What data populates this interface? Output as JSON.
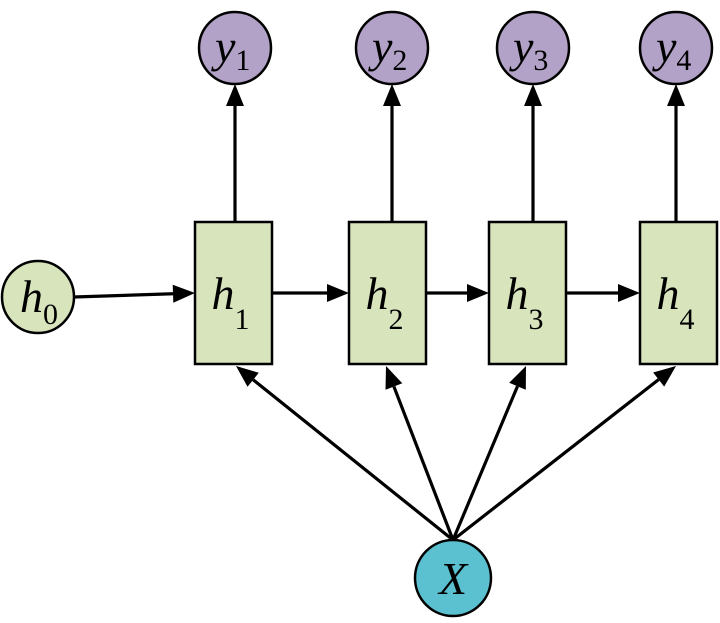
{
  "colors": {
    "hidden_fill": "#d8e4bc",
    "hidden_stroke": "#000000",
    "output_fill": "#b3a2c7",
    "input_fill": "#5bc0d0",
    "edge": "#000000"
  },
  "initial_state": {
    "base": "h",
    "sub": "0"
  },
  "hidden": [
    {
      "base": "h",
      "sub": "1"
    },
    {
      "base": "h",
      "sub": "2"
    },
    {
      "base": "h",
      "sub": "3"
    },
    {
      "base": "h",
      "sub": "4"
    }
  ],
  "outputs": [
    {
      "base": "y",
      "sub": "1"
    },
    {
      "base": "y",
      "sub": "2"
    },
    {
      "base": "y",
      "sub": "3"
    },
    {
      "base": "y",
      "sub": "4"
    }
  ],
  "input": {
    "base": "X"
  }
}
